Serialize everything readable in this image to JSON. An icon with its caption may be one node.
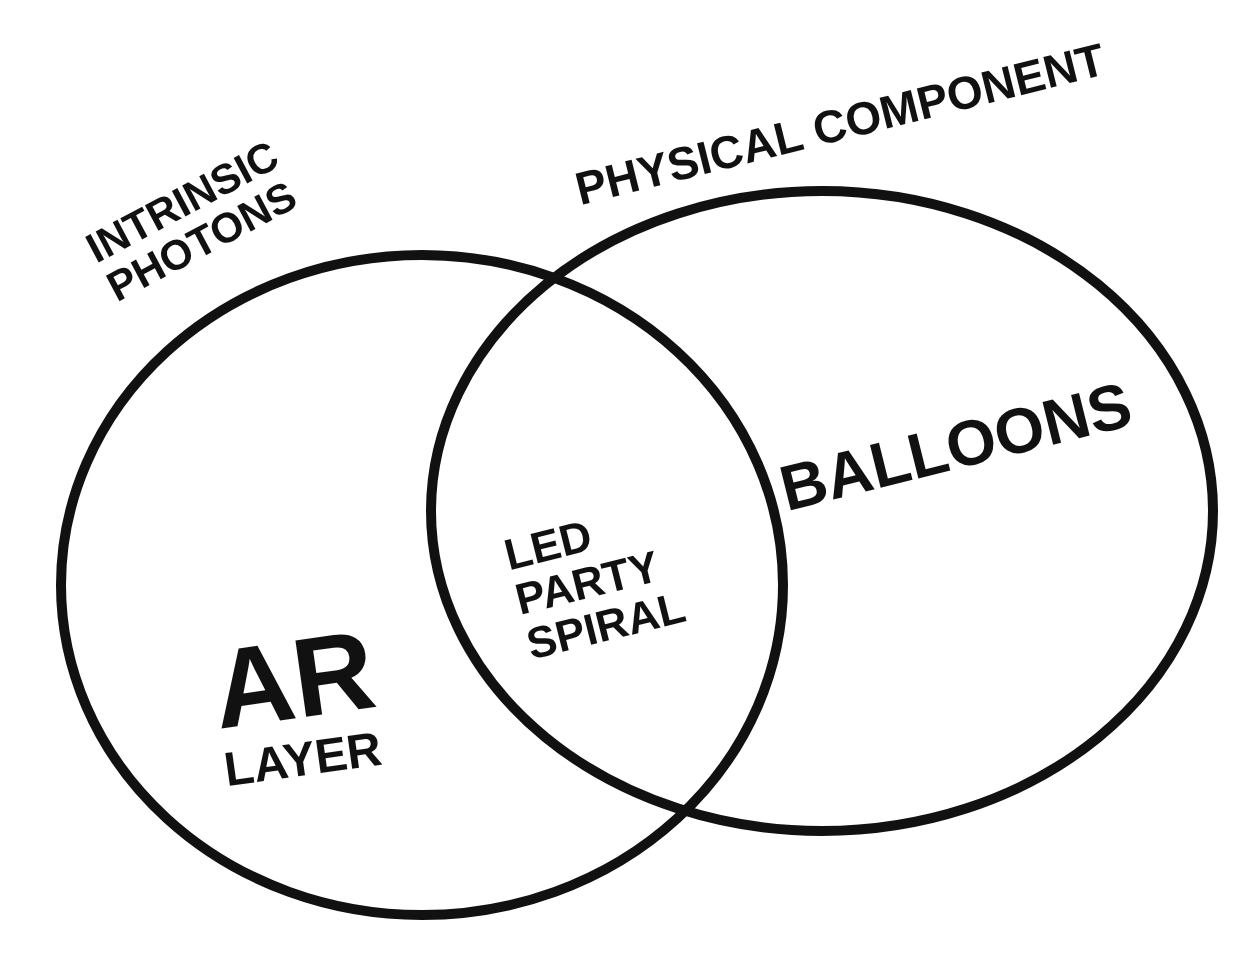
{
  "diagram": {
    "nodes": [
      {
        "text": [
          "INTRINSIC PHOTONS",
          "AR LAYER"
        ]
      },
      {
        "text": [
          "PHYSICAL COMPONENT",
          "BALLOONS"
        ]
      },
      {
        "text": [
          "LED PARTY SPIRAL"
        ]
      }
    ]
  }
}
